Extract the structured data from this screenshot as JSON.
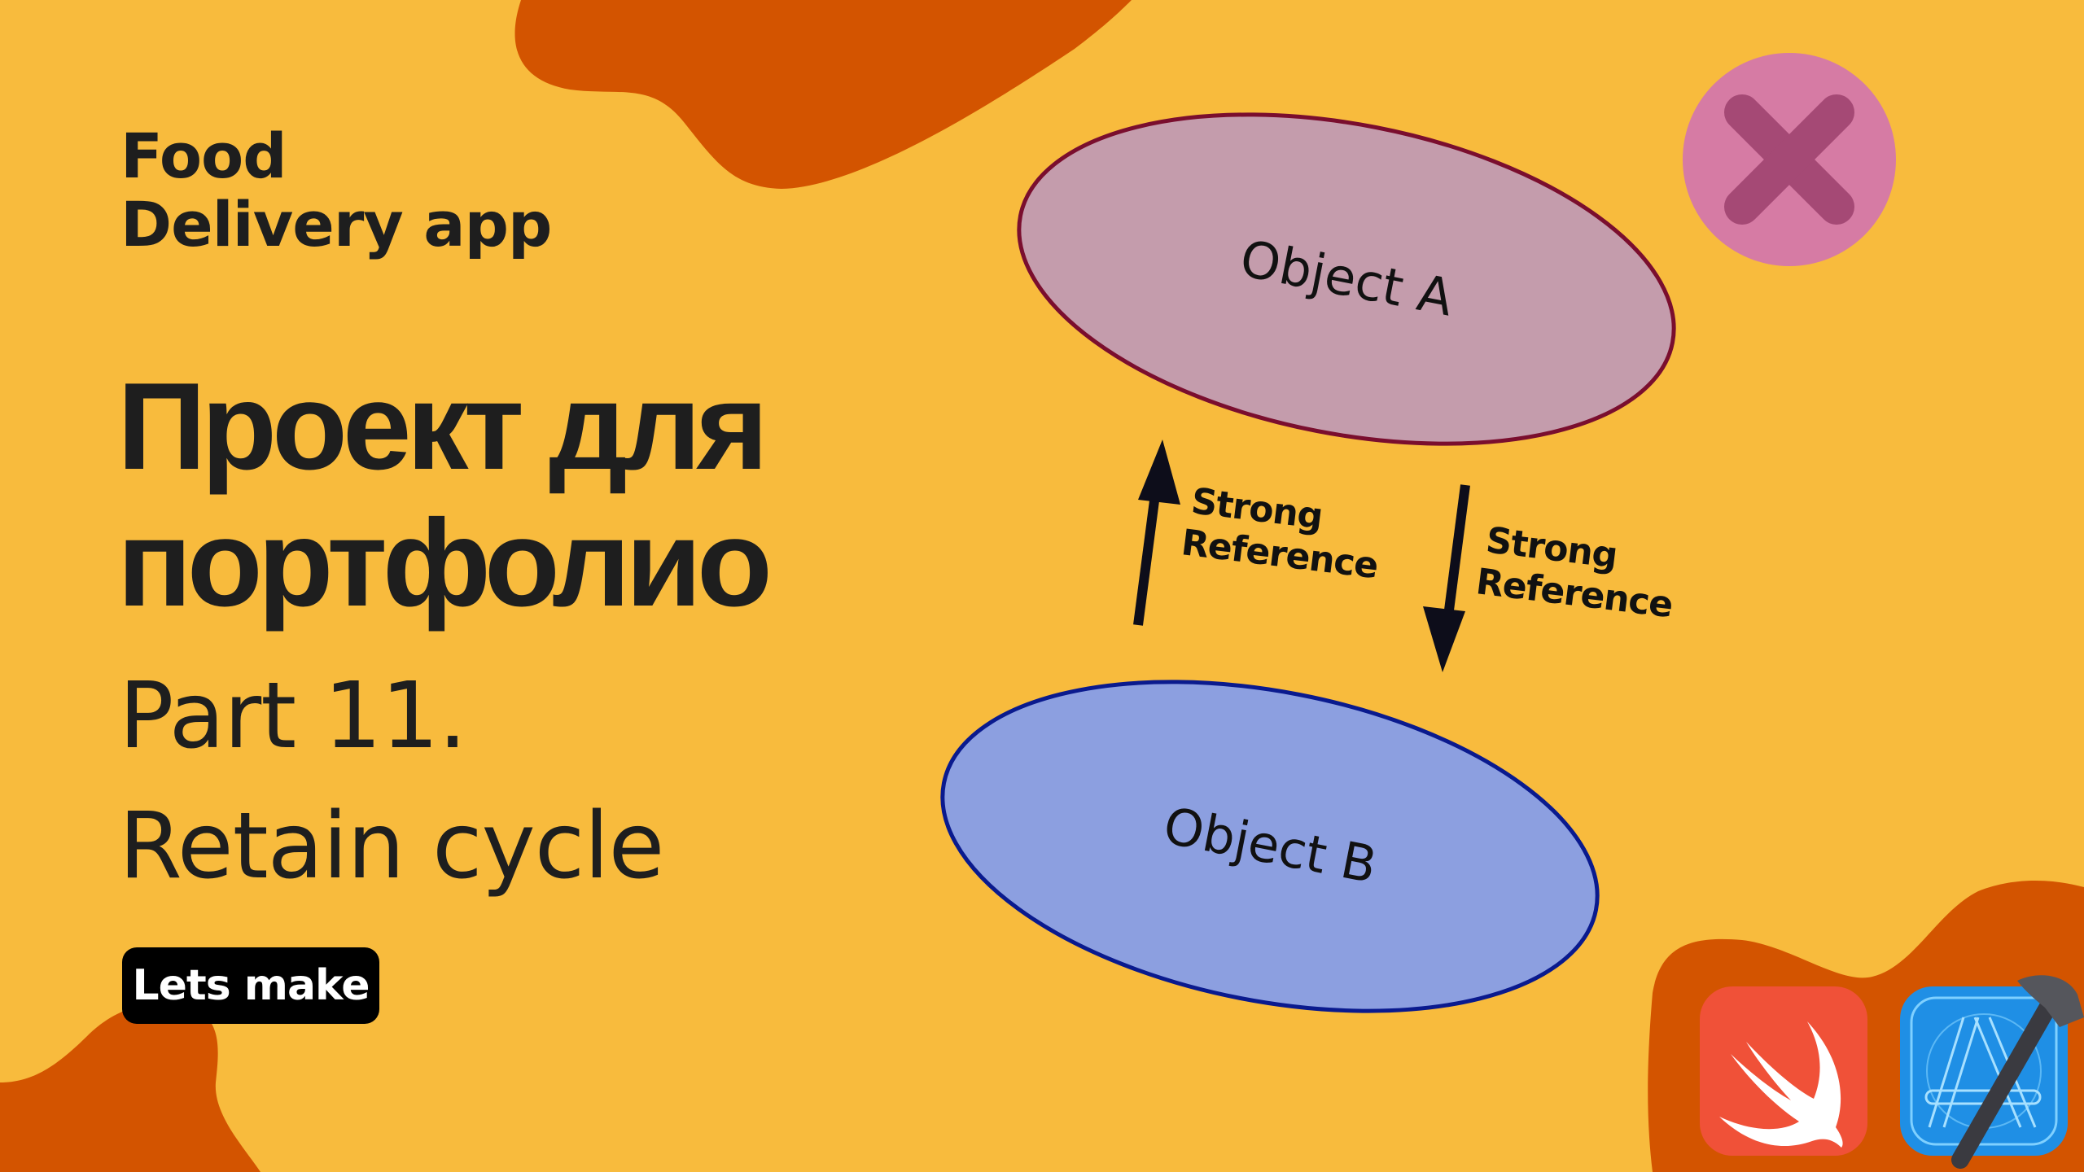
{
  "slide": {
    "subtitle_lines": [
      "Food",
      "Delivery app"
    ],
    "headline_lines": [
      "Проект для",
      "портфолио"
    ],
    "part_lines": [
      "Part 11.",
      "Retain cycle"
    ],
    "cta_button": "Lets make"
  },
  "diagram": {
    "object_a": {
      "label": "Object A",
      "fill": "#C49CAC",
      "stroke": "#7A0E2E"
    },
    "object_b": {
      "label": "Object B",
      "fill": "#8C9FE0",
      "stroke": "#0A1A8E"
    },
    "arrow_up_label": [
      "Strong",
      "Reference"
    ],
    "arrow_down_label": [
      "Strong",
      "Reference"
    ],
    "close_badge": {
      "icon": "close-icon",
      "fill": "#D67BA4",
      "cross": "#A54975"
    }
  },
  "icons": {
    "swift": {
      "name": "swift-logo-icon",
      "bg": "#F05138"
    },
    "xcode": {
      "name": "xcode-logo-icon",
      "bg": "#1F8FE5"
    }
  },
  "colors": {
    "background": "#F8BB3D",
    "blob": "#D35400",
    "text": "#1E1E1E"
  }
}
